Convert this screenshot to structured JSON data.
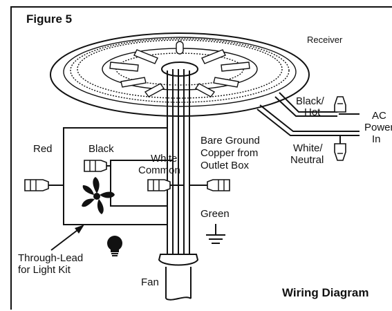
{
  "figure_label": "Figure 5",
  "diagram_title": "Wiring Diagram",
  "labels": {
    "receiver": "Receiver",
    "black_hot_1": "Black/",
    "black_hot_2": "Hot",
    "ac_power_1": "AC",
    "ac_power_2": "Power",
    "ac_power_3": "In",
    "white_neutral_1": "White/",
    "white_neutral_2": "Neutral",
    "red": "Red",
    "black": "Black",
    "white_common_1": "White",
    "white_common_2": "Common",
    "bare_ground_1": "Bare Ground",
    "bare_ground_2": "Copper from",
    "bare_ground_3": "Outlet Box",
    "green": "Green",
    "through_lead_1": "Through-Lead",
    "through_lead_2": "for Light Kit",
    "fan": "Fan"
  },
  "icons": [
    "fan-blade-icon",
    "light-bulb-icon",
    "ground-symbol-icon"
  ]
}
